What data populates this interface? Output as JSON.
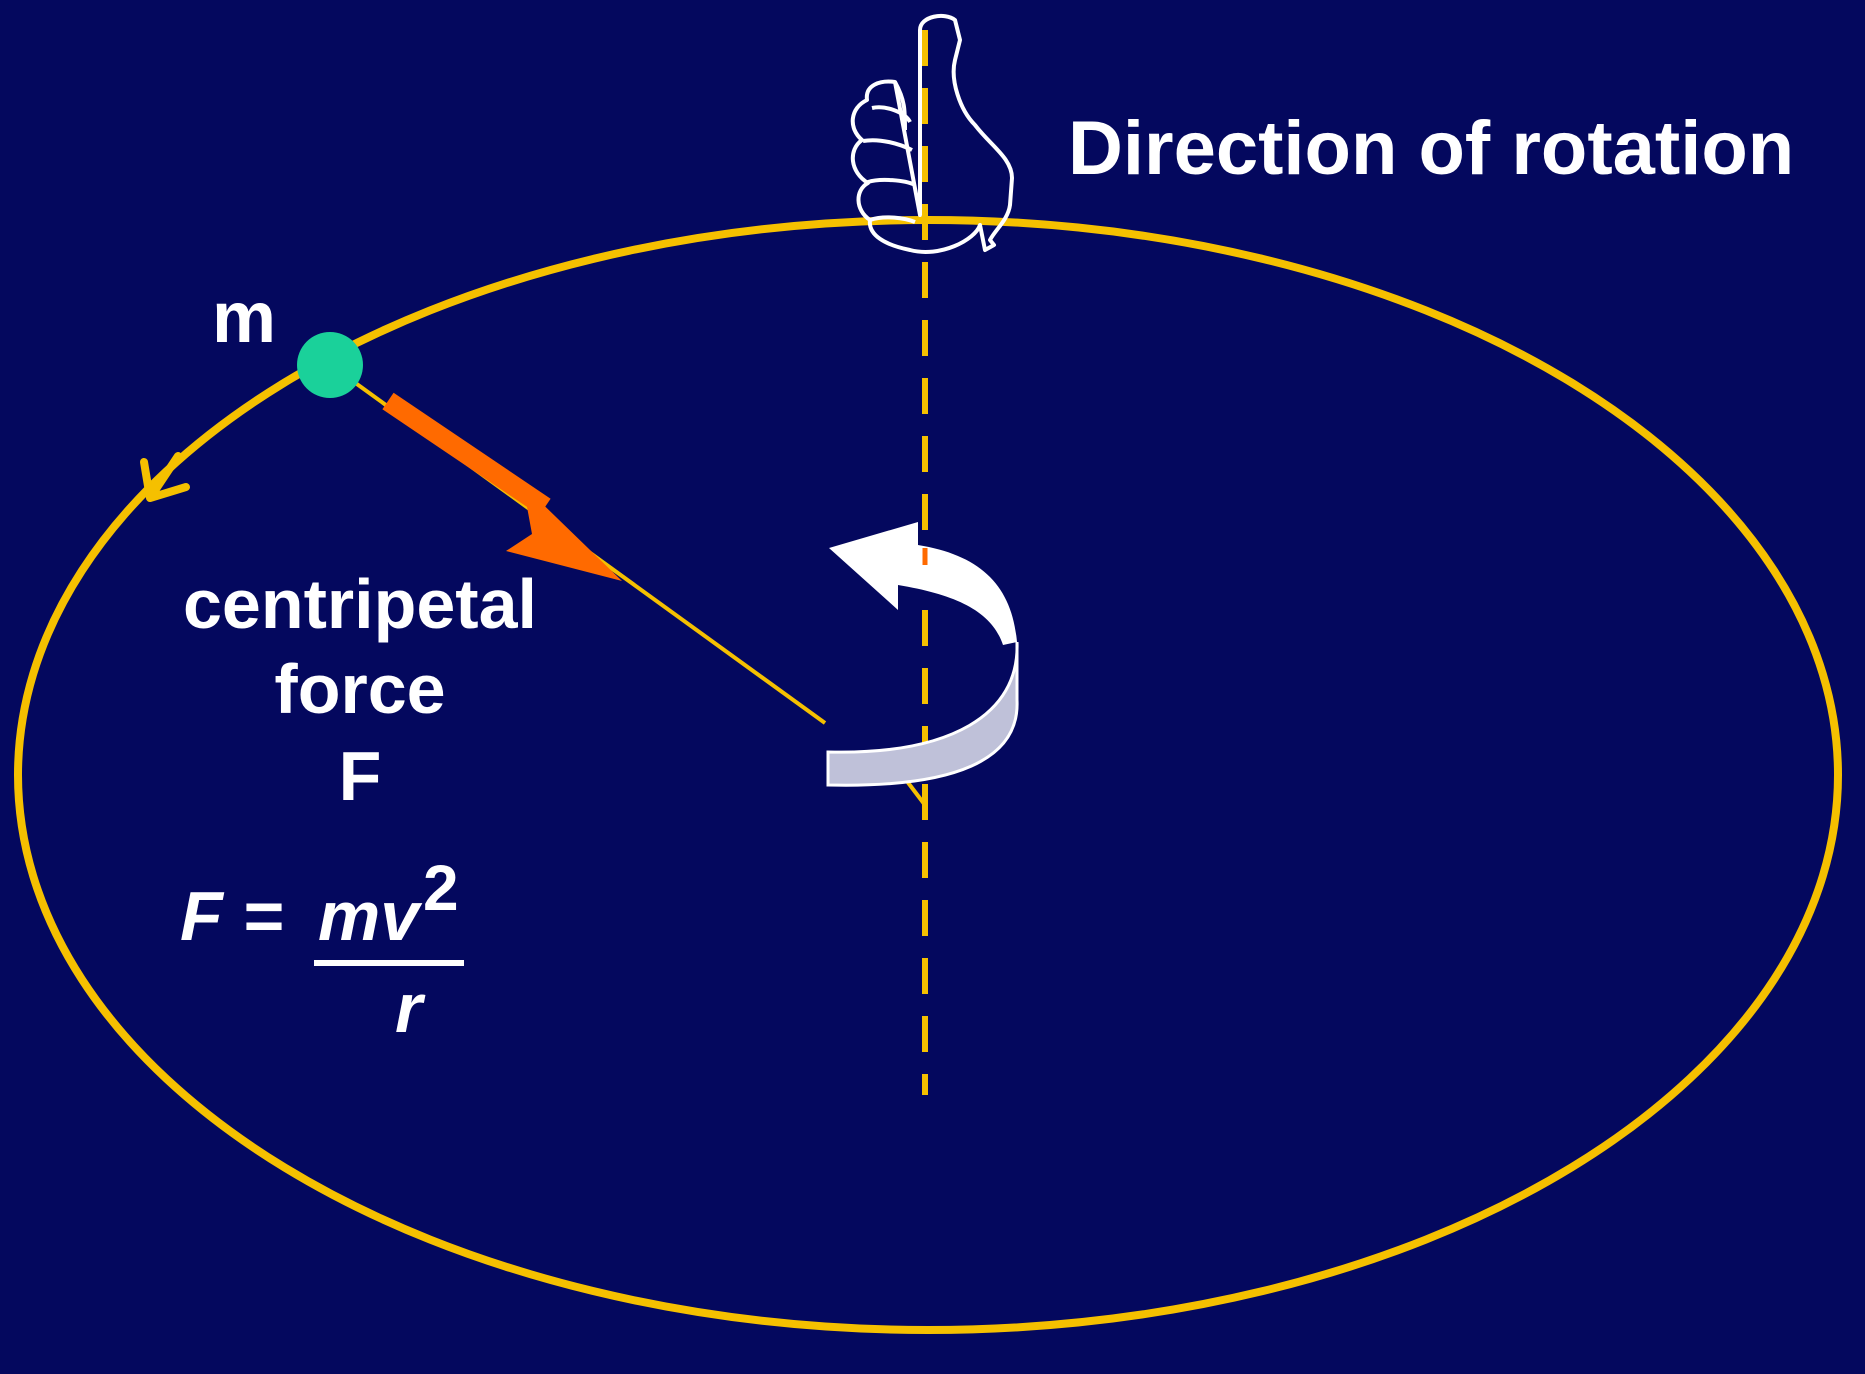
{
  "colors": {
    "background": "#04085e",
    "orbit": "#f5c000",
    "force_arrow": "#ff6a00",
    "mass": "#1ad19a",
    "rotation_arrow_light": "#ffffff",
    "rotation_arrow_shade": "#bfc1d9",
    "text": "#ffffff"
  },
  "labels": {
    "direction_of_rotation": "Direction of rotation",
    "mass": "m",
    "centripetal": "centripetal",
    "force": "force",
    "force_symbol": "F",
    "formula_lhs": "F = ",
    "formula_num": "mv",
    "formula_exp": "2",
    "formula_den": "r"
  },
  "icons": {
    "hand": "thumbs-up-hand-icon",
    "rotation": "curved-rotation-arrow-icon"
  }
}
